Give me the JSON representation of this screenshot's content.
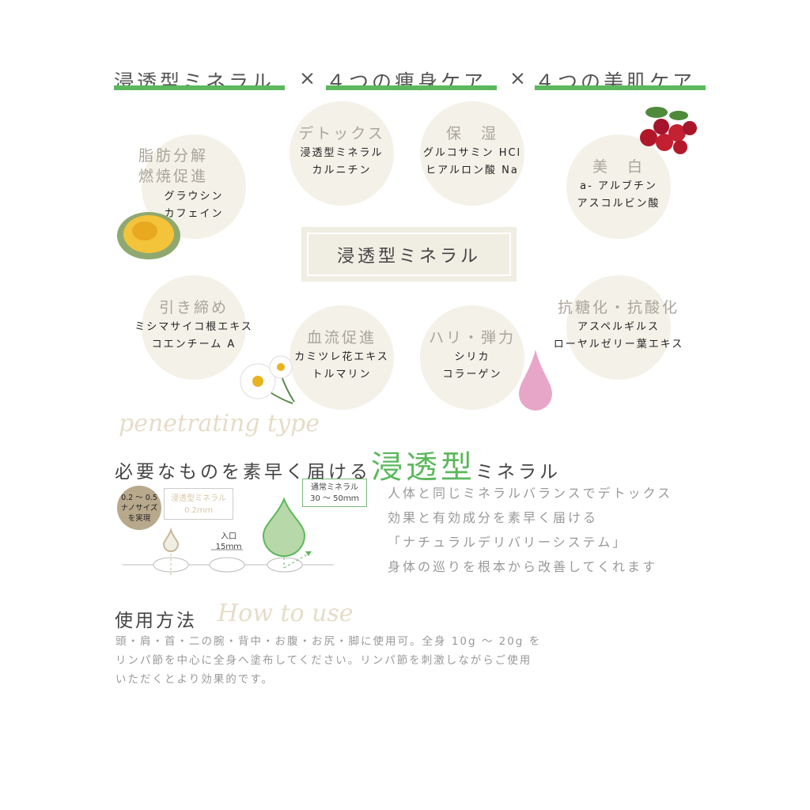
{
  "header": {
    "part1": "浸透型ミネラル",
    "times1": "×",
    "part2": "４つの痩身ケア",
    "times2": "×",
    "part3": "４つの美肌ケア"
  },
  "circles": [
    {
      "title": "脂肪分解\n燃焼促進",
      "items": [
        "グラウシン",
        "カフェイン"
      ]
    },
    {
      "title": "デトックス",
      "items": [
        "浸透型ミネラル",
        "カルニチン"
      ]
    },
    {
      "title": "保　湿",
      "items": [
        "グルコサミン HCl",
        "ヒアルロン酸 Na"
      ]
    },
    {
      "title": "美　白",
      "items": [
        "a- アルブチン",
        "アスコルビン酸"
      ]
    },
    {
      "title": "引き締め",
      "items": [
        "ミシマサイコ根エキス",
        "コエンチーム A"
      ]
    },
    {
      "title": "血流促進",
      "items": [
        "カミツレ花エキス",
        "トルマリン"
      ]
    },
    {
      "title": "ハリ・弾力",
      "items": [
        "シリカ",
        "コラーゲン"
      ]
    },
    {
      "title": "抗糖化・抗酸化",
      "items": [
        "アスペルギルス",
        "ローヤルゼリー葉エキス"
      ]
    }
  ],
  "center_label": "浸透型ミネラル",
  "section1": {
    "script": "penetrating type",
    "heading_pre": "必要なものを素早く届ける",
    "heading_accent": "浸透型",
    "heading_post": "ミネラル",
    "badge": "0.2 ～ 0.5\nナノサイズ\nを実現",
    "bubble1": "浸透型ミネラル\n0.2ｍｍ",
    "entrance": "入口\n15ｍｍ",
    "bubble2": "通常ミネラル\n30 ～ 50ｍｍ",
    "paragraph": [
      "人体と同じミネラルバランスでデトックス",
      "効果と有効成分を素早く届ける",
      "「ナチュラルデリバリーシステム」",
      "身体の巡りを根本から改善してくれます"
    ]
  },
  "section2": {
    "script": "How to use",
    "heading": "使用方法",
    "text": [
      "頭・肩・首・二の腕・背中・お腹・お尻・脚に使用可。全身 10g ～ 20g を",
      "リンパ節を中心に全身へ塗布してください。リンパ節を刺激しながらご使用",
      "いただくとより効果的です。"
    ]
  },
  "colors": {
    "green": "#5cb85c",
    "beige": "#f3f1e8",
    "tan": "#b8a98c"
  }
}
